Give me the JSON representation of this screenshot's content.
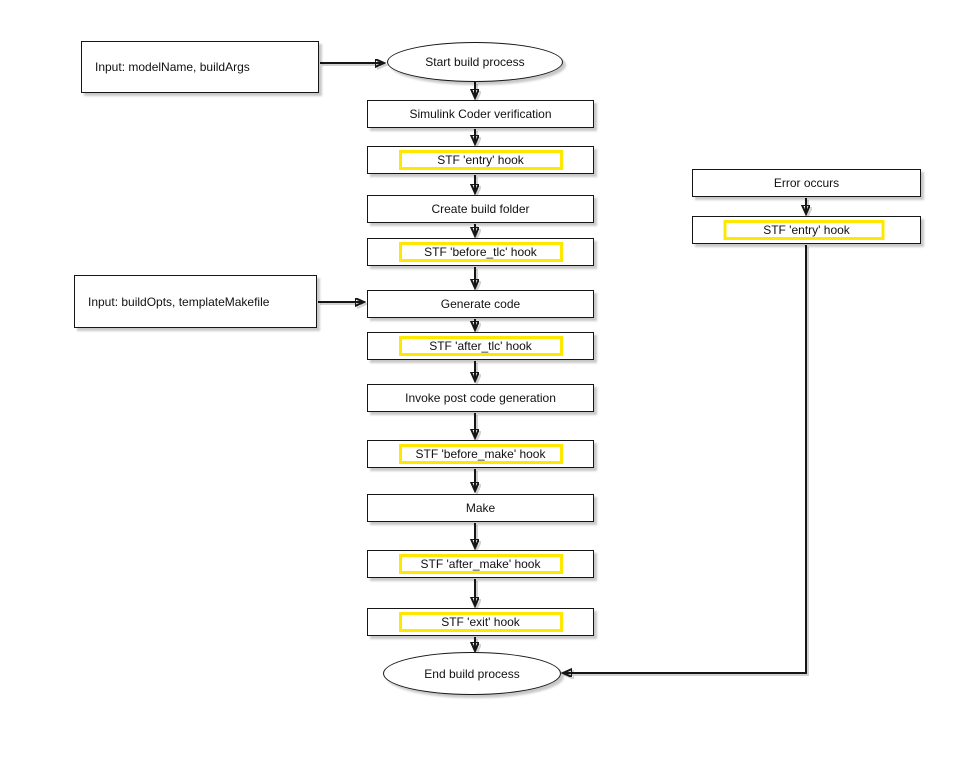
{
  "flowchart": {
    "terminals": {
      "start": {
        "label": "Start build process"
      },
      "end": {
        "label": "End build process"
      }
    },
    "inputs": {
      "model_args": {
        "label": "Input: modelName, buildArgs"
      },
      "build_opts": {
        "label": "Input: buildOpts, templateMakefile"
      }
    },
    "steps": {
      "verify": {
        "label": "Simulink Coder verification"
      },
      "entry_hook": {
        "label": "STF 'entry' hook"
      },
      "create_folder": {
        "label": "Create build folder"
      },
      "before_tlc_hook": {
        "label": "STF 'before_tlc' hook"
      },
      "generate_code": {
        "label": "Generate code"
      },
      "after_tlc_hook": {
        "label": "STF 'after_tlc' hook"
      },
      "post_codegen": {
        "label": "Invoke post code generation"
      },
      "before_make_hook": {
        "label": "STF 'before_make' hook"
      },
      "make": {
        "label": "Make"
      },
      "after_make_hook": {
        "label": "STF 'after_make' hook"
      },
      "exit_hook": {
        "label": "STF 'exit' hook"
      }
    },
    "error_branch": {
      "error": {
        "label": "Error occurs"
      },
      "entry_hook": {
        "label": "STF 'entry' hook"
      }
    },
    "colors": {
      "hook_highlight": "#ffe800",
      "line": "#161616",
      "box_background": "#ffffff"
    }
  }
}
